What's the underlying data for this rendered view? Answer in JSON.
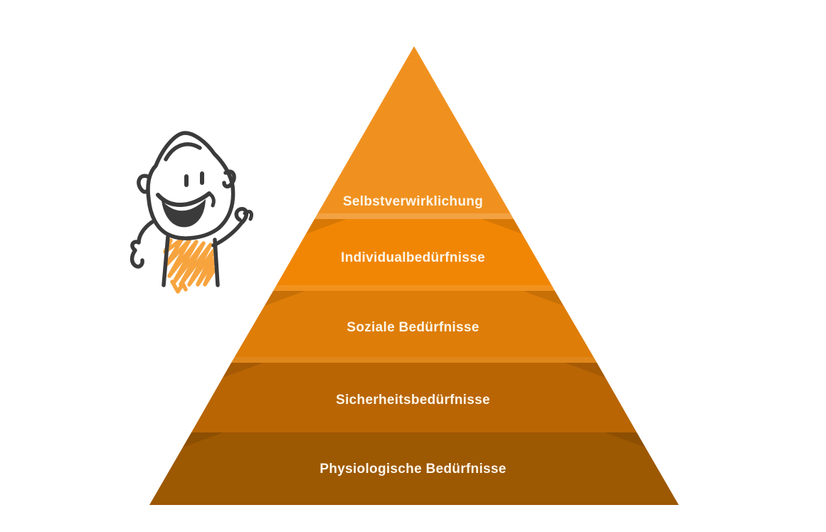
{
  "diagram": {
    "type": "pyramid",
    "background_color": "#ffffff",
    "label_text_color": "#FCF6EA",
    "levels": [
      {
        "rank": 1,
        "label": "Selbstverwirklichung",
        "color": "#F0911F"
      },
      {
        "rank": 2,
        "label": "Individualbedürfnisse",
        "color": "#F18605"
      },
      {
        "rank": 3,
        "label": "Soziale Bedürfnisse",
        "color": "#DE7D08"
      },
      {
        "rank": 4,
        "label": "Sicherheitsbedürfnisse",
        "color": "#B96504"
      },
      {
        "rank": 5,
        "label": "Physiologische Bedürfnisse",
        "color": "#9D5802"
      }
    ]
  },
  "character": {
    "name": "smiling doodle person pointing at pyramid",
    "outline_color": "#3B3B3B",
    "body_color": "#F7A43F"
  }
}
